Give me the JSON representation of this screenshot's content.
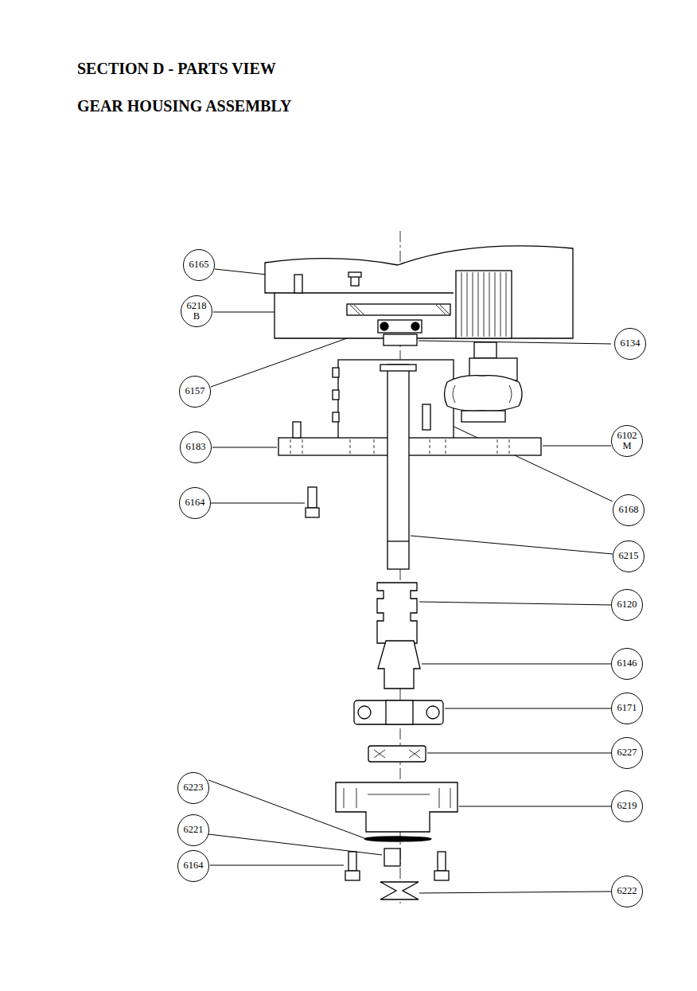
{
  "diagram": {
    "title": "SECTION D - PARTS VIEW",
    "labels": [
      "GEAR HOUSING ASSEMBLY",
      "6165",
      "6218 B",
      "6157",
      "6183",
      "6164",
      "6134",
      "6102 M",
      "6168",
      "6215",
      "6120",
      "6146",
      "6171",
      "6227",
      "6223",
      "6219",
      "6221",
      "6164",
      "6222"
    ]
  }
}
